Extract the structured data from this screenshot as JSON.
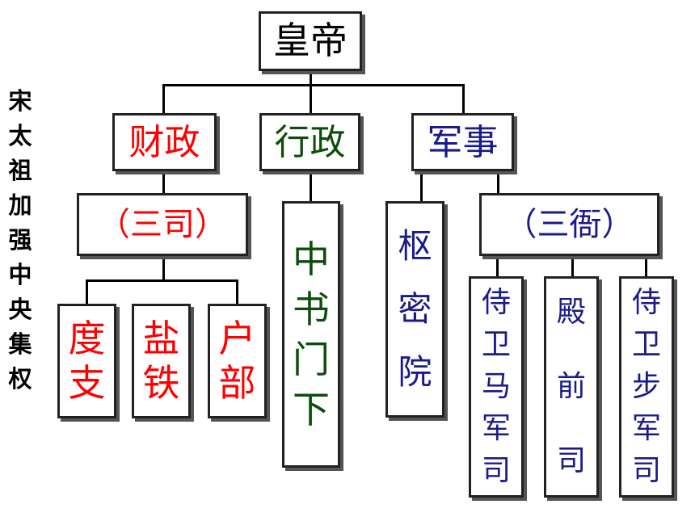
{
  "side_title": "宋太祖加强中央集权",
  "nodes": {
    "emperor": "皇帝",
    "finance": "财政",
    "administration": "行政",
    "military": "军事",
    "three_si": "（三司）",
    "duzhi": "度支",
    "yantie": "盐铁",
    "hubu": "户部",
    "zhongshu_menxia": "中书门下",
    "shumiyuan": "枢密院",
    "three_ya": "（三衙）",
    "shiwei_ma": "侍卫马军司",
    "dianqian": "殿前司",
    "shiwei_bu": "侍卫步军司"
  },
  "colors": {
    "emperor": "#000000",
    "finance_branch": "#ff0000",
    "administration_branch": "#0b4d0b",
    "military_branch": "#1a1a8c"
  }
}
